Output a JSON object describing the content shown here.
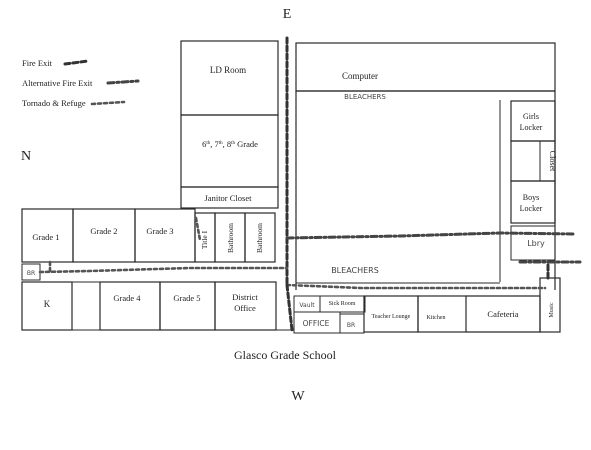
{
  "compass": {
    "east": "E",
    "north": "N",
    "west": "W"
  },
  "legend": {
    "fire_exit": "Fire Exit",
    "alt_fire_exit": "Alternative Fire Exit",
    "tornado_refuge": "Tornado & Refuge"
  },
  "title": "Glasco Grade School",
  "rooms": {
    "ld_room": "LD Room",
    "computer": "Computer",
    "bleachers_top": "BLEACHERS",
    "grade_678_prefix": "6",
    "grade_678_sup1": "th",
    "grade_678_mid1": ", 7",
    "grade_678_sup2": "th",
    "grade_678_mid2": ", 8",
    "grade_678_sup3": "th",
    "grade_678_suffix": " Grade",
    "girls_locker_1": "Girls",
    "girls_locker_2": "Locker",
    "closet_right": "Closet",
    "boys_locker_1": "Boys",
    "boys_locker_2": "Locker",
    "janitor_closet": "Janitor Closet",
    "grade1": "Grade 1",
    "grade2": "Grade 2",
    "grade3": "Grade 3",
    "title1": "Title I",
    "bathroom1": "Bathroom",
    "bathroom2": "Bathroom",
    "library": "Lbry",
    "bleachers_bottom": "BLEACHERS",
    "bathroom_small": "BR",
    "k": "K",
    "grade4": "Grade 4",
    "grade5": "Grade 5",
    "district_office_1": "District",
    "district_office_2": "Office",
    "vault": "Vault",
    "sick_room": "Sick Room",
    "office": "OFFICE",
    "br_office": "BR",
    "teacher_lounge": "Teacher Lounge",
    "kitchen": "Kitchen",
    "cafeteria": "Cafeteria",
    "music": "Music"
  }
}
